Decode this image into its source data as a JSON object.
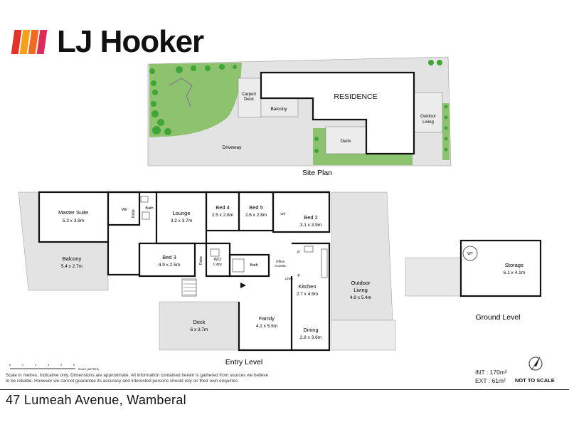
{
  "brand": {
    "name": "LJ Hooker",
    "bar_colors": [
      "#E4322B",
      "#F6A01A",
      "#F26A21",
      "#DD2C5A"
    ]
  },
  "site_plan": {
    "caption": "Site Plan",
    "labels": {
      "residence": "RESIDENCE",
      "carport": "Carport",
      "carport2": "Deck",
      "balcony": "Balcony",
      "deck": "Deck",
      "driveway": "Driveway",
      "outdoor": "Outdoor",
      "outdoor2": "Living"
    }
  },
  "entry_level": {
    "caption": "Entry Level",
    "rooms": {
      "master": {
        "name": "Master Suite",
        "size": "5.3 x 3.9m"
      },
      "lounge": {
        "name": "Lounge",
        "size": "3.2 x 3.7m"
      },
      "bed4": {
        "name": "Bed 4",
        "size": "2.5 x 2.8m"
      },
      "bed5": {
        "name": "Bed 5",
        "size": "2.6 x 2.8m"
      },
      "bed2": {
        "name": "Bed 2",
        "size": "3.1 x 3.9m"
      },
      "balcony": {
        "name": "Balcony",
        "size": "5.4 x 2.7m"
      },
      "bed3": {
        "name": "Bed 3",
        "size": "4.9 x 2.5m"
      },
      "kitchen": {
        "name": "Kitchen",
        "size": "2.7 x 4.5m"
      },
      "outdoor": {
        "name": "Outdoor",
        "name2": "Living",
        "size": "4.9 x 5.4m"
      },
      "deck": {
        "name": "Deck",
        "size": "6 x 3.7m"
      },
      "family": {
        "name": "Family",
        "size": "4.2 x 5.5m"
      },
      "dining": {
        "name": "Dining",
        "size": "2.8 x 3.6m"
      }
    },
    "small_labels": {
      "wir": "Wir",
      "bath1": "Bath",
      "robe1": "Robe",
      "robe2": "Robe",
      "wc": "WC/",
      "ldry": "L'dry",
      "bath2": "Bath",
      "office": "Office",
      "office2": "Access",
      "wr": "Wir",
      "p": "P",
      "linen": "Linen",
      "f": "F"
    }
  },
  "ground_level": {
    "caption": "Ground Level",
    "storage": {
      "name": "Storage",
      "size": "6.1 x 4.1m"
    },
    "tank": "WT"
  },
  "scale_bar": {
    "ticks": [
      "0",
      "1",
      "2",
      "3",
      "4",
      "5"
    ],
    "unit": "SCALE (METRES)"
  },
  "footer": {
    "disclaimer": "Scale in metres. Indicative only. Dimensions are approximate. All information contained herein is gathered from sources we believe to be reliable. However we cannot guarantee its accuracy and interested persons should rely on their own enquiries",
    "int_area": "INT : 170m²",
    "ext_area": "EXT :   61m²",
    "not_to_scale": "NOT TO SCALE",
    "address": "47 Lumeah Avenue, Wamberal"
  },
  "colors": {
    "grass": "#8DC26F",
    "grey": "#E3E3E3",
    "wall": "#111111",
    "tree": "#3FA535"
  }
}
